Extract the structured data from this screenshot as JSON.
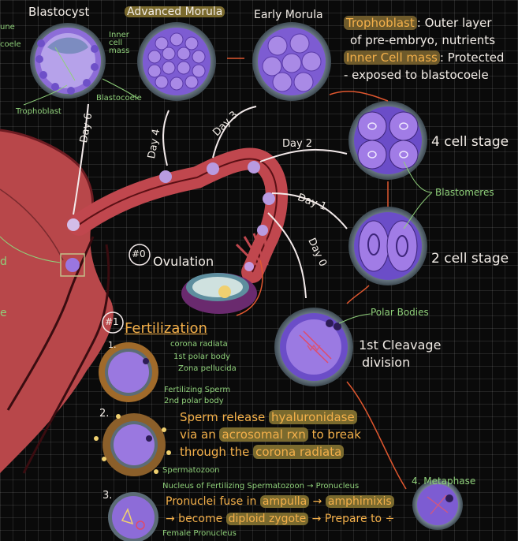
{
  "labels": {
    "blastocyst": "Blastocyst",
    "advanced_morula": "Advanced Morula",
    "early_morula": "Early Morula",
    "inner_cell_mass_small": "Inner cell mass",
    "trophoblast_small": "Trophoblast",
    "blastocoele_small": "Blastocoele",
    "blastocoele_left": "coele",
    "zona_left": "une",
    "four_cell": "4 cell stage",
    "two_cell": "2 cell stage",
    "blastomeres": "Blastomeres",
    "polar_bodies": "Polar Bodies",
    "first_cleavage_1": "1st Cleavage",
    "first_cleavage_2": "division",
    "ovulation_num": "#0",
    "ovulation": "Ovulation",
    "fertilization_num": "#1",
    "fertilization": "Fertilization",
    "day6": "Day 6",
    "day4": "Day 4",
    "day3": "Day 3",
    "day2": "Day 2",
    "day1": "Day 1",
    "day0": "Day 0",
    "metaphase": "4. Metaphase",
    "left_d": "d",
    "left_e": "e"
  },
  "notes": {
    "trophoblast_def_term": "Trophoblast",
    "trophoblast_def_1": ": Outer layer",
    "trophoblast_def_2": "of pre-embryo, nutrients",
    "icm_def_term": "Inner Cell mass",
    "icm_def_1": ": Protected",
    "icm_def_2": "- exposed to blastocoele"
  },
  "fertilization_steps": {
    "step1_num": "1.",
    "corona_radiata": "corona radiata",
    "first_polar_body": "1st polar body",
    "zona_pellucida": "Zona pellucida",
    "step2_num": "2.",
    "fertilizing_sperm": "Fertilizing Sperm",
    "second_polar_body": "2nd polar body",
    "spermatozoon": "Spermatozoon",
    "step2_l1a": "Sperm release ",
    "step2_l1b": "hyaluronidase",
    "step2_l2a": "via an ",
    "step2_l2b": "acrosomal rxn",
    "step2_l2c": " to break",
    "step2_l3a": "through the ",
    "step2_l3b": "corona radiata",
    "step3_num": "3.",
    "nucleus_note": "Nucleus of Fertilizing Spermatozoon → Pronucleus",
    "step3_l1a": "Pronuclei fuse in ",
    "step3_l1b": "ampulla",
    "step3_l1c": " → ",
    "step3_l1d": "amphimixis",
    "step3_l2a": "→ become ",
    "step3_l2b": "diploid zygote",
    "step3_l2c": " → Prepare to ÷",
    "female_pronucleus": "Female Pronucleus"
  }
}
